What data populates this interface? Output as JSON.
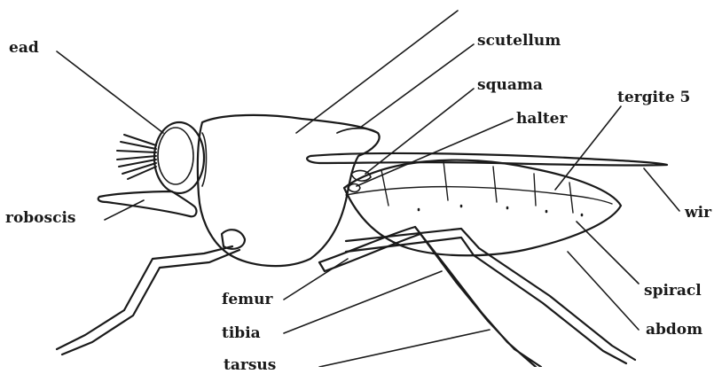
{
  "diagram": {
    "labels": {
      "head": "ead",
      "scutellum": "scutellum",
      "squama": "squama",
      "halter": "halter",
      "tergite": "tergite 5",
      "proboscis": "roboscis",
      "wing": "wir",
      "femur": "femur",
      "tibia": "tibia",
      "tarsus": "tarsus",
      "spiracle": "spiracl",
      "abdomen": "abdom"
    }
  }
}
